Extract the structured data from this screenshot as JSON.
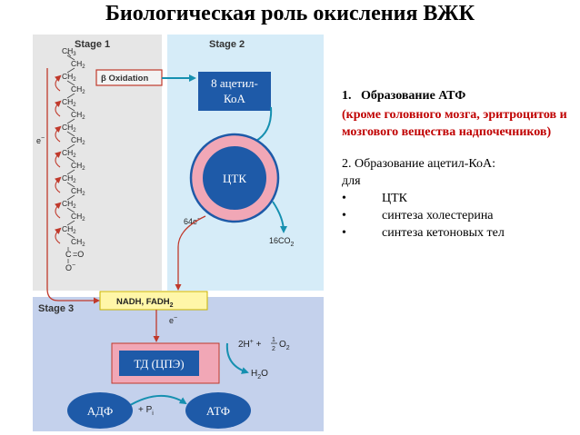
{
  "title": "Биологическая роль окисления ВЖК",
  "diagram": {
    "stage1": "Stage 1",
    "stage2": "Stage 2",
    "stage3": "Stage 3",
    "chain": [
      "CH3",
      "CH2",
      "CH2",
      "CH2",
      "CH2",
      "CH2",
      "CH2",
      "CH2",
      "CH2",
      "CH2",
      "CH2",
      "CH2",
      "CH2",
      "CH2",
      "CH2",
      "CH2"
    ],
    "carboxyl_c": "C",
    "carboxyl_o_eq": "=O",
    "carboxyl_o_minus": "O",
    "carboxyl_charge": "−",
    "beta_oxidation": "β Oxidation",
    "acetyl_line1": "8 ацетил-",
    "acetyl_line2": "КоА",
    "ctk": "ЦТК",
    "electrons_64": "64e",
    "electron_superscript": "−",
    "co2": "16CO",
    "co2_sub": "2",
    "e_minus_left": "e",
    "nadh": "NADH, FADH",
    "nadh_sub": "2",
    "e_minus_stage3": "e",
    "oxygen_2h": "2H",
    "oxygen_plus": "+",
    "oxygen_plus2": "+",
    "oxygen_half_num": "1",
    "oxygen_half_den": "2",
    "oxygen_o": "O",
    "oxygen_o_sub": "2",
    "water_h": "H",
    "water_sub": "2",
    "water_o": "O",
    "td": "ТД (ЦПЭ)",
    "adp": "АДФ",
    "atp": "АТФ",
    "pi": "+ P",
    "pi_sub": "i"
  },
  "text": {
    "item1_num": "1.",
    "item1_title": "Образование АТФ",
    "item1_sub": "(кроме головного мозга, эритроцитов и мозгового вещества надпочечников)",
    "item2_title": "2. Образование ацетил-КоА:",
    "item2_for": "для",
    "bullets": [
      "ЦТК",
      "синтеза холестерина",
      "синтеза кетоновых тел"
    ]
  },
  "colors": {
    "stage1_bg": "#e6e6e6",
    "stage2_bg": "#d6ecf8",
    "stage3_bg": "#c4d1ec",
    "arrow_red": "#c0392b",
    "arrow_teal": "#1690b0",
    "circle_blue": "#1e5aa8",
    "circle_ring": "#f1a7b6",
    "box_yellow": "#fff6a8"
  }
}
